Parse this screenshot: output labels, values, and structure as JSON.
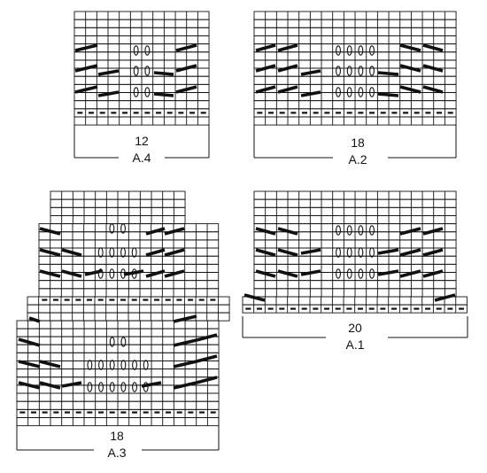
{
  "charts": [
    {
      "id": "A.4",
      "stitch_count": "12",
      "label": "A.4"
    },
    {
      "id": "A.2",
      "stitch_count": "18",
      "label": "A.2"
    },
    {
      "id": "A.3",
      "stitch_count": "18",
      "label": "A.3"
    },
    {
      "id": "A.1",
      "stitch_count": "20",
      "label": "A.1"
    }
  ],
  "colors": {
    "line": "#111111",
    "background": "#ffffff"
  }
}
